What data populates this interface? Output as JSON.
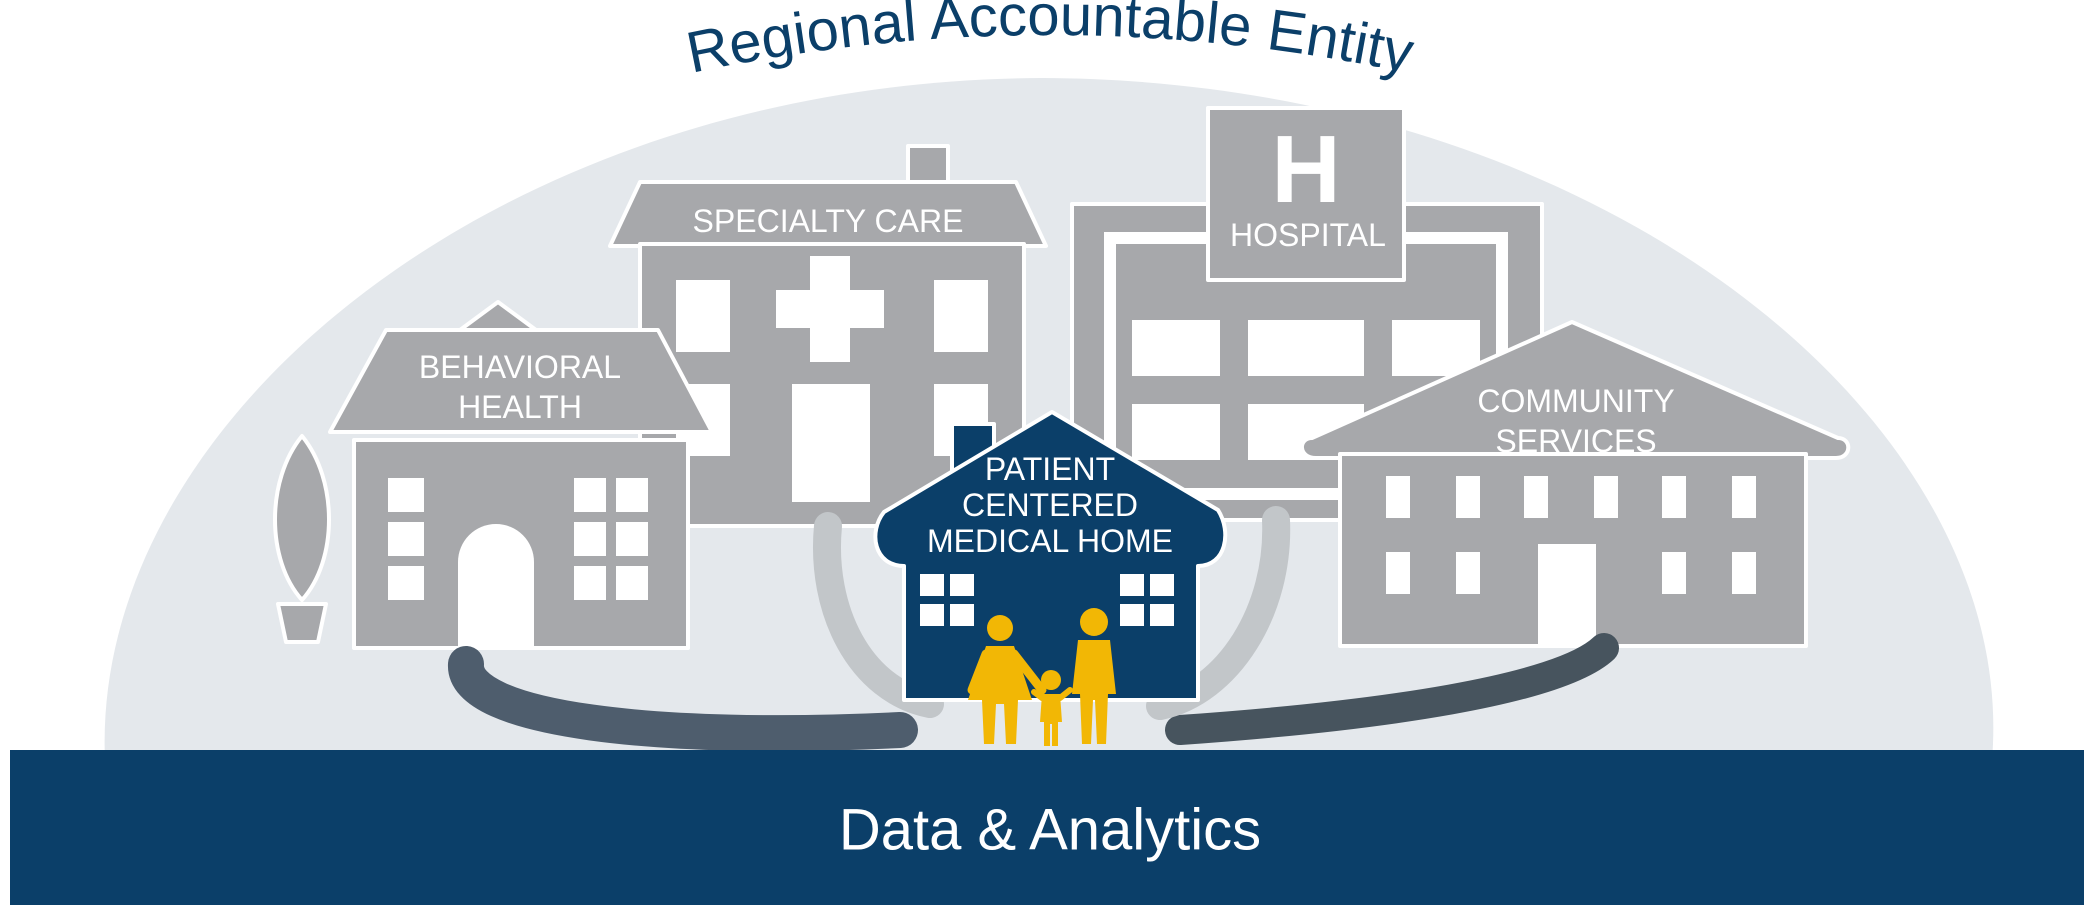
{
  "title": "Regional Accountable Entity",
  "buildings": {
    "behavioral_health": {
      "line1": "BEHAVIORAL",
      "line2": "HEALTH"
    },
    "specialty_care": {
      "label": "SPECIALTY CARE"
    },
    "hospital": {
      "sign_letter": "H",
      "label": "HOSPITAL"
    },
    "community_services": {
      "line1": "COMMUNITY",
      "line2": "SERVICES"
    },
    "medical_home": {
      "line1": "PATIENT",
      "line2": "CENTERED",
      "line3": "MEDICAL HOME"
    }
  },
  "footer": {
    "label": "Data & Analytics"
  },
  "colors": {
    "navy": "#0b3f69",
    "building_gray": "#a7a8ab",
    "dome": "#e4e8ec",
    "family_gold": "#f2b705"
  }
}
